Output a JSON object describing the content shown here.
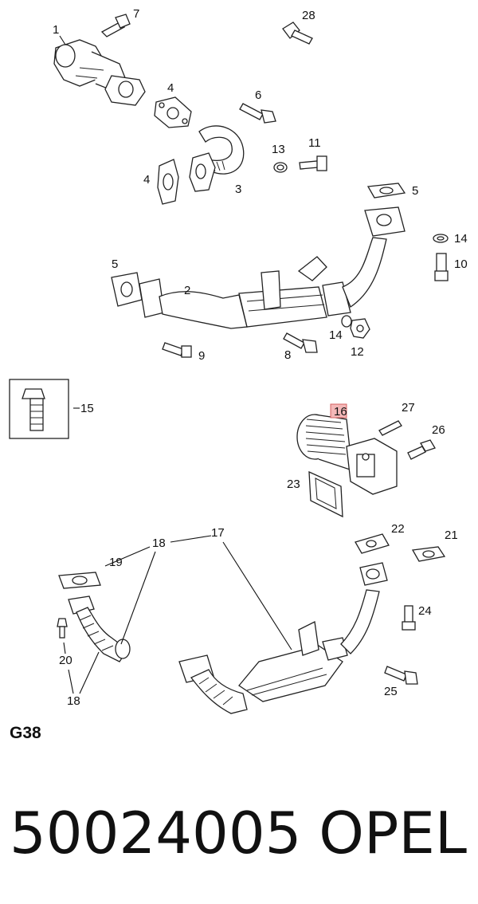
{
  "callouts": {
    "c1": "1",
    "c2": "2",
    "c3": "3",
    "c4a": "4",
    "c4b": "4",
    "c5a": "5",
    "c5b": "5",
    "c6": "6",
    "c7": "7",
    "c8": "8",
    "c9": "9",
    "c10": "10",
    "c11": "11",
    "c12": "12",
    "c13": "13",
    "c14a": "14",
    "c14b": "14",
    "c15": "15",
    "c16": "16",
    "c17": "17",
    "c18a": "18",
    "c18b": "18",
    "c19": "19",
    "c20": "20",
    "c21": "21",
    "c22": "22",
    "c23": "23",
    "c24": "24",
    "c25": "25",
    "c26": "26",
    "c27": "27",
    "c28": "28"
  },
  "page_code": "G38",
  "footer": {
    "part_number": "50024005",
    "brand": "OPEL"
  },
  "highlight_color": "#f4b8b8"
}
